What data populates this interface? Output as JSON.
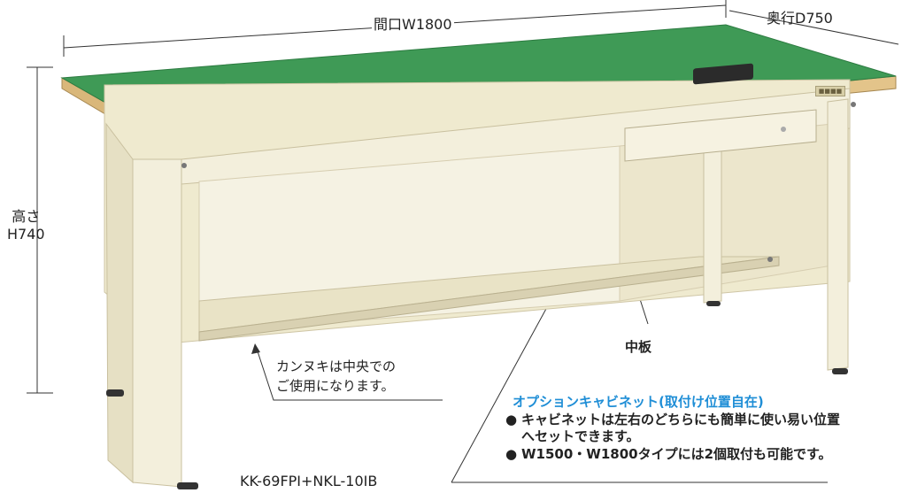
{
  "dimensions": {
    "width_label": "間口W1800",
    "depth_label": "奥行D750",
    "height_line1": "高さ",
    "height_line2": "H740"
  },
  "note_kannuki": {
    "line1": "カンヌキは中央での",
    "line2": "ご使用になります。"
  },
  "label_nakaita": "中板",
  "option": {
    "title": "オプションキャビネット(取付け位置自在)",
    "items": [
      "キャビネットは左右のどちらにも簡単に使い易い位置へセットできます。",
      "W1500・W1800タイプには2個取付も可能です。"
    ],
    "bullet": "●"
  },
  "model_number": "KK-69FPI+NKL-10IB",
  "colors": {
    "top_green": "#3f9a56",
    "top_edge": "#d9b77a",
    "frame_ivory": "#f3efdc",
    "frame_shadow": "#ddd6bc",
    "option_title": "#1f8ed6"
  }
}
